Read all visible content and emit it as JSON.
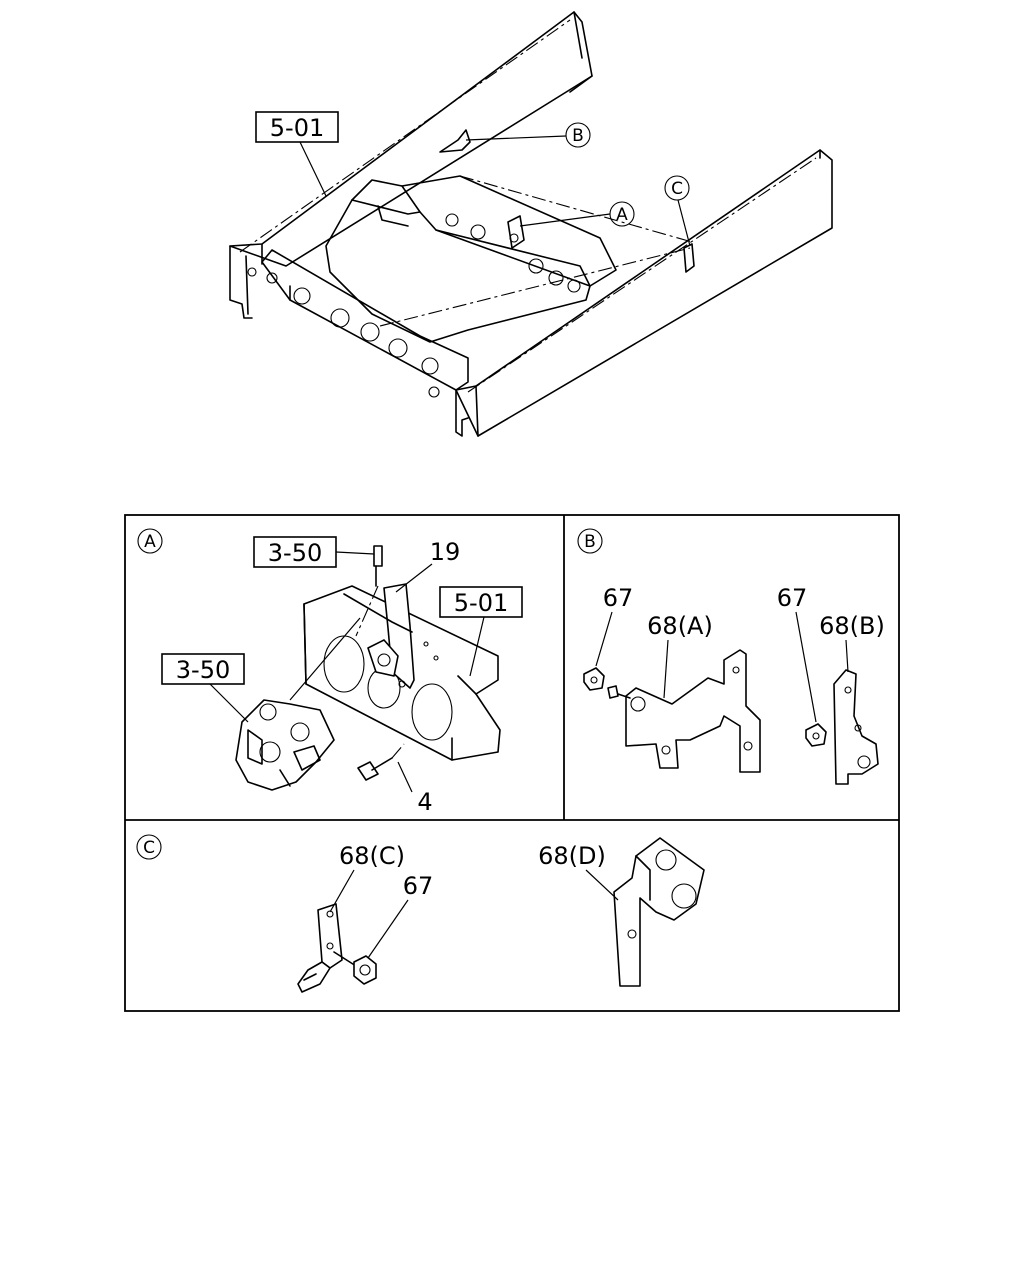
{
  "overview": {
    "refs": {
      "frame": "5-01"
    },
    "callouts": {
      "a": "A",
      "b": "B",
      "c": "C"
    }
  },
  "panel_a": {
    "letter": "A",
    "refs": {
      "valve_top": "3-50",
      "valve_left": "3-50",
      "frame": "5-01"
    },
    "parts": {
      "bracket": "19",
      "bolt": "4"
    }
  },
  "panel_b": {
    "letter": "B",
    "parts": {
      "nut_left": "67",
      "bracket_a": "68(A)",
      "nut_right": "67",
      "bracket_b": "68(B)"
    }
  },
  "panel_c": {
    "letter": "C",
    "parts": {
      "bracket_c": "68(C)",
      "nut": "67",
      "bracket_d": "68(D)"
    }
  }
}
